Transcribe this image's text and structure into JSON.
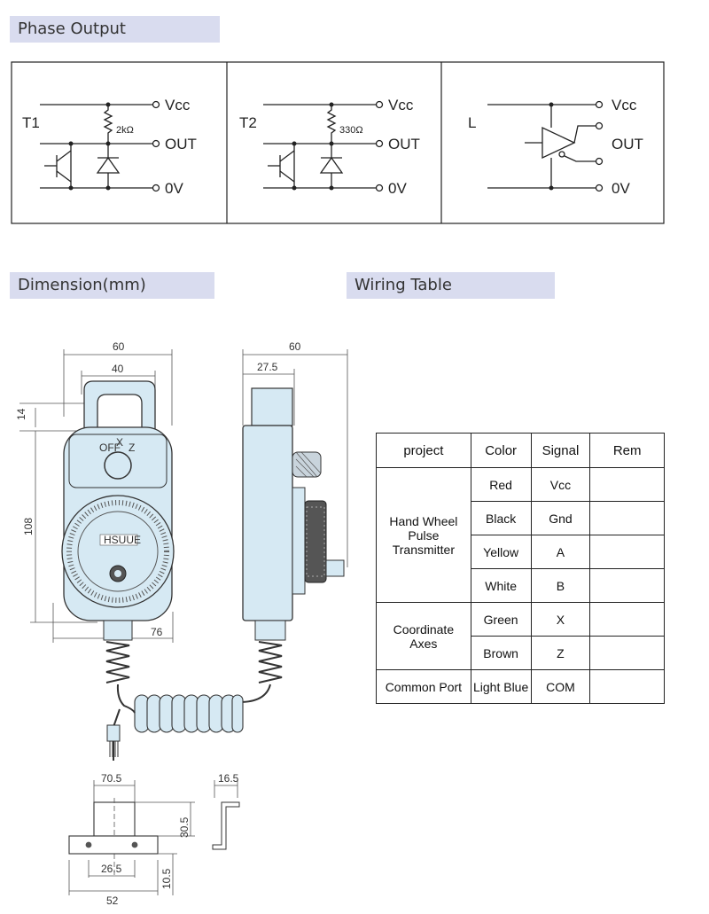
{
  "sections": {
    "phase_output": "Phase Output",
    "dimension": "Dimension(mm)",
    "wiring_table": "Wiring Table"
  },
  "circuits": {
    "t1": {
      "label": "T1",
      "resistor": "2kΩ"
    },
    "t2": {
      "label": "T2",
      "resistor": "330Ω"
    },
    "l": {
      "label": "L"
    },
    "terminals": {
      "vcc": "Vcc",
      "out": "OUT",
      "ov": "0V"
    }
  },
  "dimensions": {
    "front_width": "60",
    "handle_width": "40",
    "handle_height": "14",
    "body_height": "108",
    "total_height": "76",
    "side_width": "60",
    "side_body": "27.5",
    "bracket_top": "70.5",
    "bracket_side": "16.5",
    "bracket_height": "30.5",
    "bracket_inner": "26.5",
    "bracket_base": "10.5",
    "bracket_total": "52",
    "switch_off": "OFF",
    "switch_x": "X",
    "switch_z": "Z",
    "brand": "HSUUE"
  },
  "wiring": {
    "headers": {
      "project": "project",
      "color": "Color",
      "signal": "Signal",
      "rem": "Rem"
    },
    "hand_wheel": "Hand Wheel Pulse Transmitter",
    "coordinate": "Coordinate Axes",
    "common": "Common Port",
    "rows": [
      {
        "color": "Red",
        "signal": "Vcc"
      },
      {
        "color": "Black",
        "signal": "Gnd"
      },
      {
        "color": "Yellow",
        "signal": "A"
      },
      {
        "color": "White",
        "signal": "B"
      },
      {
        "color": "Green",
        "signal": "X"
      },
      {
        "color": "Brown",
        "signal": "Z"
      },
      {
        "color": "Light Blue",
        "signal": "COM"
      }
    ]
  },
  "colors": {
    "tab_bg": "#d9dcef",
    "body_fill": "#d6e9f3",
    "line": "#222222"
  }
}
